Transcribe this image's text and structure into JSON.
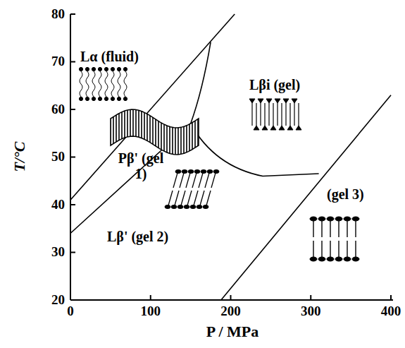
{
  "diagram": {
    "labels": [
      "Lα (fluid)",
      "Lβi (gel)",
      "Pβ' (gel 1)",
      "(gel 3)",
      "Lβ' (gel 2)",
      "80",
      "70",
      "60",
      "50",
      "40",
      "30",
      "20",
      "T/°C",
      "0",
      "100",
      "200",
      "300",
      "400",
      "P / MPa"
    ]
  }
}
